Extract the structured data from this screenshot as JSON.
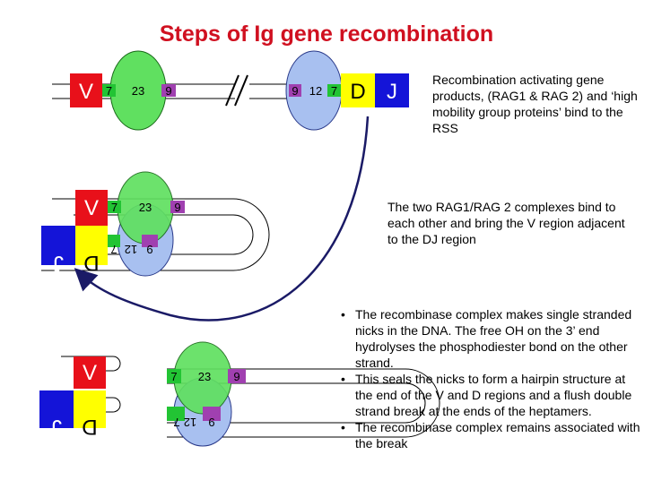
{
  "title": "Steps of Ig gene recombination",
  "segments": {
    "v": "V",
    "d": "D",
    "j": "J"
  },
  "rss": {
    "heptamer": "7",
    "spacer23": "23",
    "spacer12": "12",
    "nonamer": "9"
  },
  "notes": {
    "rag_binding": "Recombination activating gene products, (RAG1 & RAG 2) and ‘high mobility group proteins’ bind to the RSS",
    "complex_join": "The two RAG1/RAG 2 complexes bind to each other and bring the V region adjacent to the DJ region"
  },
  "bullets": [
    "The recombinase complex makes single stranded nicks in the DNA. The free OH on the 3’ end hydrolyses the phosphodiester bond on the other strand.",
    "This seals the nicks to form a hairpin structure at the end of the V and D regions and a flush double strand break at the ends of the heptamers.",
    "The recombinase complex remains associated with the break"
  ],
  "colors": {
    "title": "#d01020",
    "v_segment": "#e8101a",
    "d_segment": "#ffff00",
    "j_segment": "#1414d8",
    "heptamer": "#22c434",
    "nonamer": "#a040b0",
    "green_complex": "#60e060",
    "blue_complex": "#a8c0f0",
    "arrow": "#1a1a66"
  }
}
